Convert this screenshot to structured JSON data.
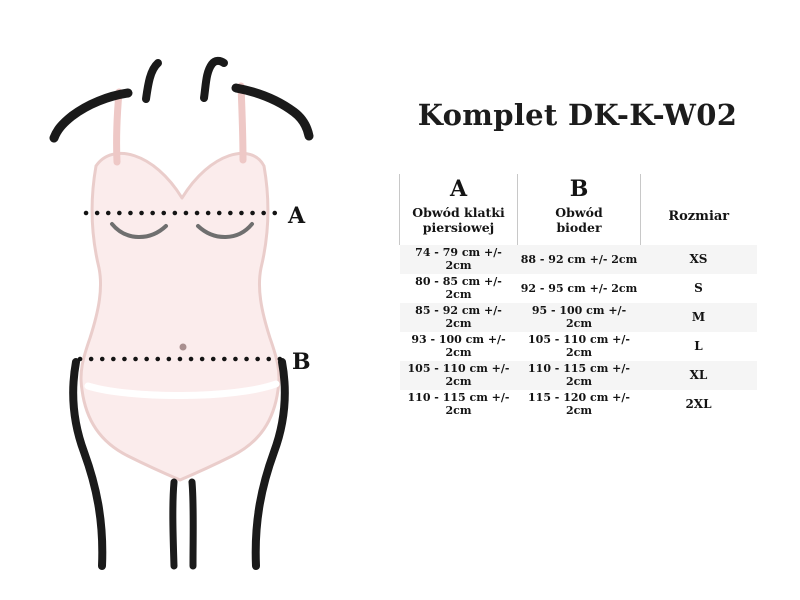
{
  "title": "Komplet DK-K-W02",
  "diagram": {
    "label_a": "A",
    "label_b": "B",
    "colors": {
      "outline_black": "#1a1a1a",
      "garment_fill": "#fbecec",
      "garment_stroke": "#eacdcb",
      "strap_pink": "#eec8c6"
    }
  },
  "table": {
    "columns": [
      {
        "letter": "A",
        "label": "Obwód klatki\npiersiowej"
      },
      {
        "letter": "B",
        "label": "Obwód\nbioder"
      },
      {
        "label": "Rozmiar"
      }
    ],
    "rows": [
      {
        "a": "74 - 79 cm +/- 2cm",
        "b": "88 - 92 cm +/- 2cm",
        "size": "XS"
      },
      {
        "a": "80 - 85 cm +/- 2cm",
        "b": "92 - 95 cm +/- 2cm",
        "size": "S"
      },
      {
        "a": "85 - 92 cm +/- 2cm",
        "b": "95 - 100 cm +/- 2cm",
        "size": "M"
      },
      {
        "a": "93 - 100 cm +/- 2cm",
        "b": "105 - 110 cm +/- 2cm",
        "size": "L"
      },
      {
        "a": "105 - 110 cm +/- 2cm",
        "b": "110 - 115 cm +/- 2cm",
        "size": "XL"
      },
      {
        "a": "110 - 115 cm +/- 2cm",
        "b": "115 - 120 cm +/- 2cm",
        "size": "2XL"
      }
    ]
  },
  "chart_data": {
    "type": "table",
    "title": "Komplet DK-K-W02",
    "columns": [
      "A — Obwód klatki piersiowej",
      "B — Obwód bioder",
      "Rozmiar"
    ],
    "rows": [
      [
        "74 - 79 cm +/- 2cm",
        "88 - 92 cm +/- 2cm",
        "XS"
      ],
      [
        "80 - 85 cm +/- 2cm",
        "92 - 95 cm +/- 2cm",
        "S"
      ],
      [
        "85 - 92 cm +/- 2cm",
        "95 - 100 cm +/- 2cm",
        "M"
      ],
      [
        "93 - 100 cm +/- 2cm",
        "105 - 110 cm +/- 2cm",
        "L"
      ],
      [
        "105 - 110 cm +/- 2cm",
        "110 - 115 cm +/- 2cm",
        "XL"
      ],
      [
        "110 - 115 cm +/- 2cm",
        "115 - 120 cm +/- 2cm",
        "2XL"
      ]
    ]
  }
}
